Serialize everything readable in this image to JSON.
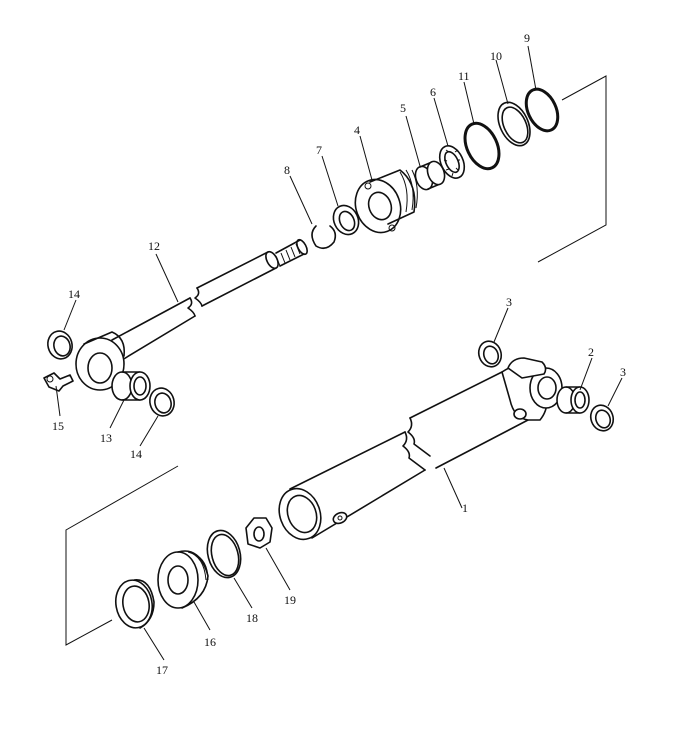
{
  "callouts": [
    {
      "id": "c1",
      "text": "1"
    },
    {
      "id": "c2",
      "text": "2"
    },
    {
      "id": "c3a",
      "text": "3"
    },
    {
      "id": "c3b",
      "text": "3"
    },
    {
      "id": "c4",
      "text": "4"
    },
    {
      "id": "c5",
      "text": "5"
    },
    {
      "id": "c6",
      "text": "6"
    },
    {
      "id": "c7",
      "text": "7"
    },
    {
      "id": "c8",
      "text": "8"
    },
    {
      "id": "c9",
      "text": "9"
    },
    {
      "id": "c10",
      "text": "10"
    },
    {
      "id": "c11",
      "text": "11"
    },
    {
      "id": "c12",
      "text": "12"
    },
    {
      "id": "c13",
      "text": "13"
    },
    {
      "id": "c14a",
      "text": "14"
    },
    {
      "id": "c14b",
      "text": "14"
    },
    {
      "id": "c15",
      "text": "15"
    },
    {
      "id": "c16",
      "text": "16"
    },
    {
      "id": "c17",
      "text": "17"
    },
    {
      "id": "c18",
      "text": "18"
    },
    {
      "id": "c19",
      "text": "19"
    }
  ]
}
